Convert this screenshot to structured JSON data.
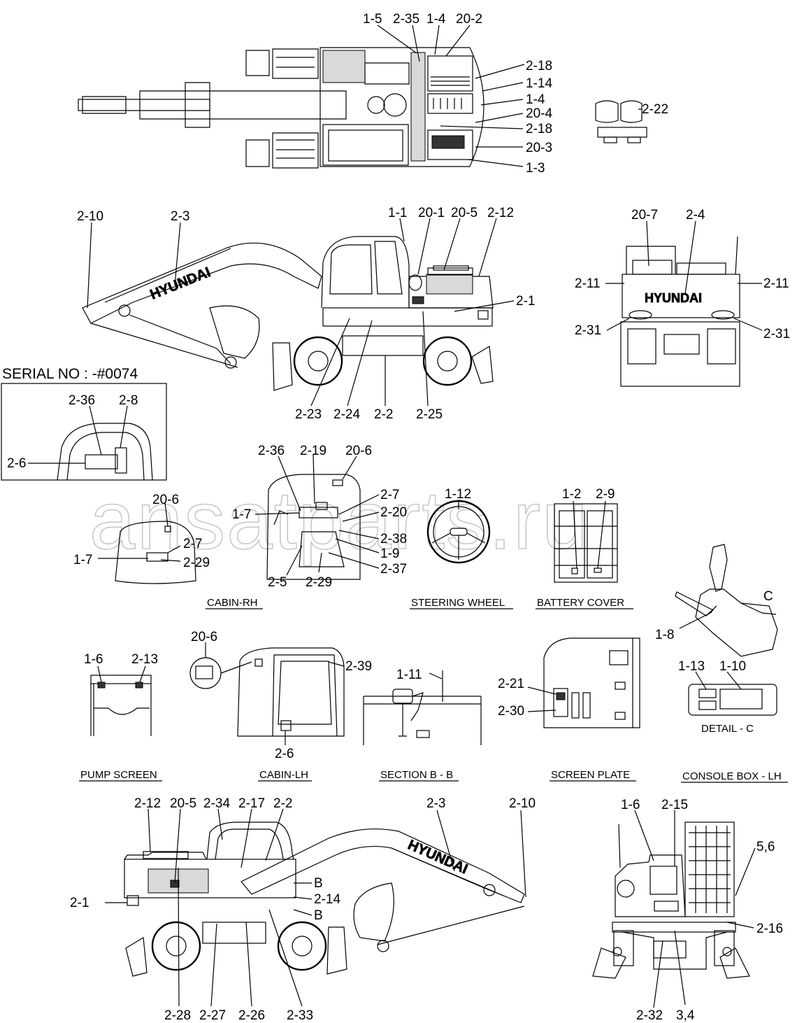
{
  "serial": {
    "text": "SERIAL NO : -#0074"
  },
  "watermark": "ansatparts.ru",
  "brand": {
    "boom_text": "HYUNDAI",
    "rear_text": "HYUNDAI"
  },
  "captions": {
    "cabin_rh": "CABIN-RH",
    "steering_wheel": "STEERING WHEEL",
    "battery_cover": "BATTERY COVER",
    "pump_screen": "PUMP SCREEN",
    "cabin_lh": "CABIN-LH",
    "section_bb": "SECTION B - B",
    "screen_plate": "SCREEN PLATE",
    "console_box_lh": "CONSOLE BOX - LH",
    "detail_c": "DETAIL - C"
  },
  "callouts": {
    "top": [
      "1-5",
      "2-35",
      "1-4",
      "20-2",
      "2-18",
      "1-14",
      "1-4",
      "20-4",
      "2-18",
      "20-3",
      "1-3",
      "2-22"
    ],
    "side_rh": [
      "2-10",
      "2-3",
      "1-1",
      "20-1",
      "20-5",
      "2-12",
      "2-1",
      "2-23",
      "2-24",
      "2-2",
      "2-25"
    ],
    "rear": [
      "20-7",
      "2-4",
      "2-11",
      "2-11",
      "2-31",
      "2-31"
    ],
    "serial_box": [
      "2-36",
      "2-8",
      "2-6"
    ],
    "cabin_rh": [
      "2-36",
      "2-19",
      "20-6",
      "2-7",
      "1-7",
      "2-20",
      "2-38",
      "1-9",
      "2-37",
      "2-5",
      "2-29",
      "20-6",
      "2-7",
      "1-7",
      "2-29"
    ],
    "steering": [
      "1-12"
    ],
    "battery": [
      "1-2",
      "2-9"
    ],
    "console": [
      "C",
      "1-8",
      "1-13",
      "1-10"
    ],
    "pump_screen": [
      "1-6",
      "2-13"
    ],
    "cabin_lh": [
      "20-6",
      "2-39",
      "2-6"
    ],
    "section_bb": [
      "1-11"
    ],
    "screen_plate": [
      "2-21",
      "2-30"
    ],
    "side_lh": [
      "2-12",
      "20-5",
      "2-34",
      "2-17",
      "2-2",
      "2-3",
      "2-10",
      "2-1",
      "B",
      "2-14",
      "B",
      "2-28",
      "2-27",
      "2-26",
      "2-33"
    ],
    "front": [
      "1-6",
      "2-15",
      "5,6",
      "2-16",
      "2-32",
      "3,4"
    ]
  }
}
